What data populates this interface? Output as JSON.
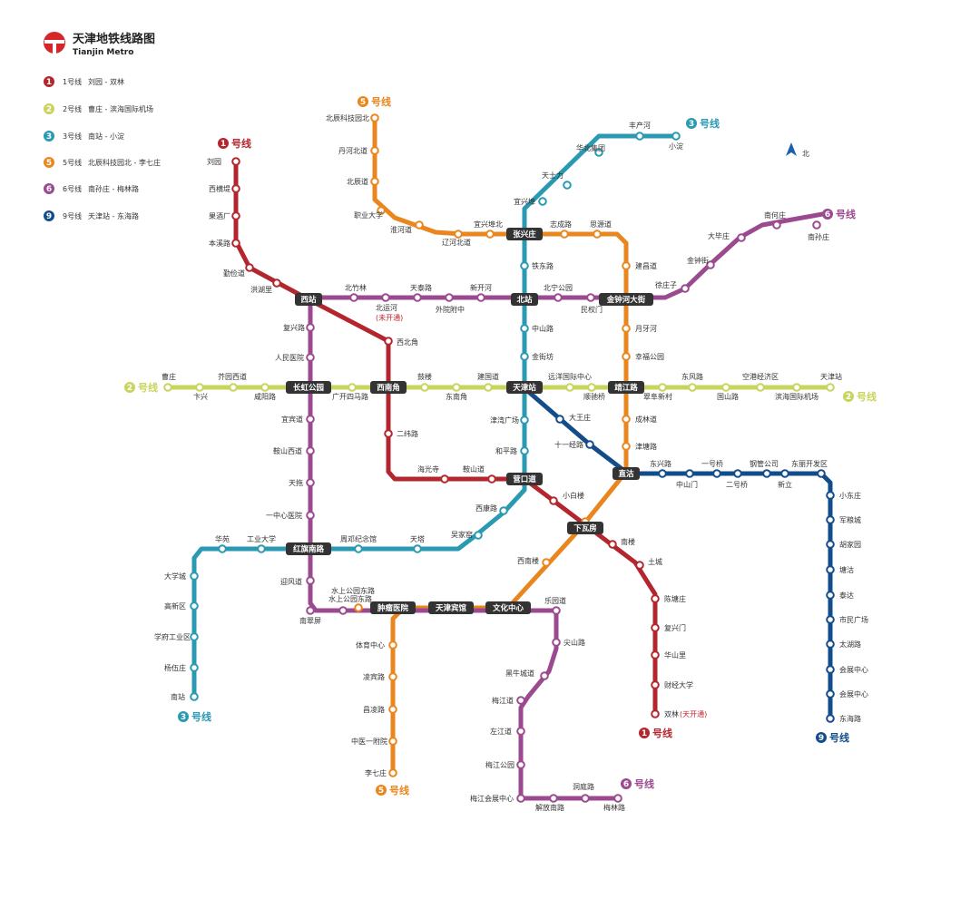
{
  "header": {
    "title": "天津地铁线路图",
    "subtitle": "Tianjin Metro",
    "logo_color": "#d6262b"
  },
  "legend": [
    {
      "num": "1",
      "name": "1号线",
      "route": "刘园 - 双林",
      "color": "#b3262e"
    },
    {
      "num": "2",
      "name": "2号线",
      "route": "曹庄 - 滨海国际机场",
      "color": "#c9d45c"
    },
    {
      "num": "3",
      "name": "3号线",
      "route": "南站 - 小淀",
      "color": "#2a9ab3"
    },
    {
      "num": "5",
      "name": "5号线",
      "route": "北辰科技园北 - 李七庄",
      "color": "#e9861e"
    },
    {
      "num": "6",
      "name": "6号线",
      "route": "南孙庄 - 梅林路",
      "color": "#9b4a8f"
    },
    {
      "num": "9",
      "name": "9号线",
      "route": "天津站 - 东海路",
      "color": "#134c8a"
    }
  ],
  "compass": {
    "label": "北"
  },
  "line_terminal_suffix": "号线",
  "lines": [
    {
      "id": "L1",
      "num": "1",
      "color": "#b3262e"
    },
    {
      "id": "L2",
      "num": "2",
      "color": "#c9d45c"
    },
    {
      "id": "L3",
      "num": "3",
      "color": "#2a9ab3"
    },
    {
      "id": "L5",
      "num": "5",
      "color": "#e9861e"
    },
    {
      "id": "L6",
      "num": "6",
      "color": "#9b4a8f"
    },
    {
      "id": "L9",
      "num": "9",
      "color": "#134c8a"
    }
  ],
  "transfer_stations": [
    "张兴庄",
    "西站",
    "北站",
    "金钟河大街",
    "长虹公园",
    "西南角",
    "天津站",
    "靖江路",
    "营口道",
    "直沽",
    "下瓦房",
    "红旗南路",
    "肿瘤医院",
    "天津宾馆",
    "文化中心"
  ],
  "stations": {
    "line1": [
      "刘园",
      "西横堤",
      "果酒厂",
      "本溪路",
      "勤俭道",
      "洪湖里",
      "西北角",
      "二纬路",
      "海光寺",
      "鞍山道",
      "小白楼",
      "南楼",
      "土城",
      "陈塘庄",
      "复兴门",
      "华山里",
      "财经大学",
      "双林"
    ],
    "line1_note": "(天开通)",
    "line2": [
      "曹庄",
      "卞兴",
      "芥园西道",
      "咸阳路",
      "广开四马路",
      "鼓楼",
      "东南角",
      "建国道",
      "远洋国际中心",
      "顺驰桥",
      "翠阜新村",
      "东风路",
      "国山路",
      "空港经济区",
      "滨海国际机场",
      "天津站"
    ],
    "line3": [
      "小淀",
      "丰产河",
      "华北集团",
      "天士力",
      "宜兴埠",
      "铁东路",
      "中山路",
      "金街坊",
      "津湾广场",
      "和平路",
      "西康路",
      "吴家窑",
      "天塔",
      "周邓纪念馆",
      "工业大学",
      "华苑",
      "大学城",
      "高新区",
      "学府工业区",
      "杨伍庄",
      "南站"
    ],
    "line5": [
      "北辰科技园北",
      "丹河北道",
      "北辰道",
      "职业大学",
      "淮河道",
      "辽河北道",
      "宜兴埠北",
      "志成路",
      "思源道",
      "建昌道",
      "月牙河",
      "幸福公园",
      "成林道",
      "津塘路",
      "下瓦房",
      "西南楼",
      "水上公园东路",
      "体育中心",
      "凌宾路",
      "昌凌路",
      "中医一附院",
      "李七庄"
    ],
    "line6": [
      "南孙庄",
      "南何庄",
      "大毕庄",
      "金钟街",
      "徐庄子",
      "民权门",
      "北宁公园",
      "新开河",
      "外院附中",
      "天泰路",
      "北运河",
      "北竹林",
      "复兴路",
      "人民医院",
      "宜宾道",
      "鞍山西道",
      "天拖",
      "一中心医院",
      "迎风道",
      "南翠屏",
      "水上公园东路",
      "乐园道",
      "尖山路",
      "黑牛城道",
      "梅江道",
      "左江道",
      "梅江公园",
      "梅江会展中心",
      "解放南路",
      "洞庭路",
      "梅林路"
    ],
    "line6_note": "(未开通)",
    "line9": [
      "大王庄",
      "十一经路",
      "东兴路",
      "中山门",
      "一号桥",
      "二号桥",
      "钢管公司",
      "新立",
      "东丽开发区",
      "小东庄",
      "军粮城",
      "钢管公司",
      "胡家园",
      "塘沽",
      "泰达",
      "市民广场",
      "太湖路",
      "会展中心",
      "东海路"
    ]
  }
}
